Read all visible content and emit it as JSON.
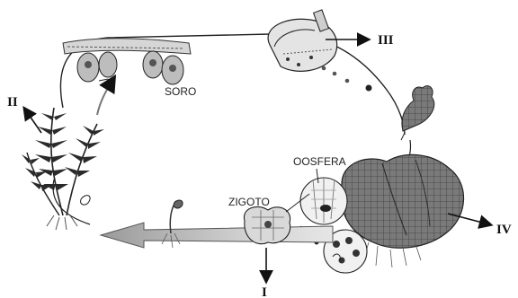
{
  "labels": {
    "soro": "SORO",
    "oosfera": "OOSFERA",
    "zigoto": "ZIGOTO",
    "roman_1": "I",
    "roman_2": "II",
    "roman_3": "III",
    "roman_4": "IV"
  },
  "colors": {
    "ink": "#111111",
    "shade_dark": "#555555",
    "shade_mid": "#8a8a8a",
    "shade_light": "#c8c8c8"
  }
}
